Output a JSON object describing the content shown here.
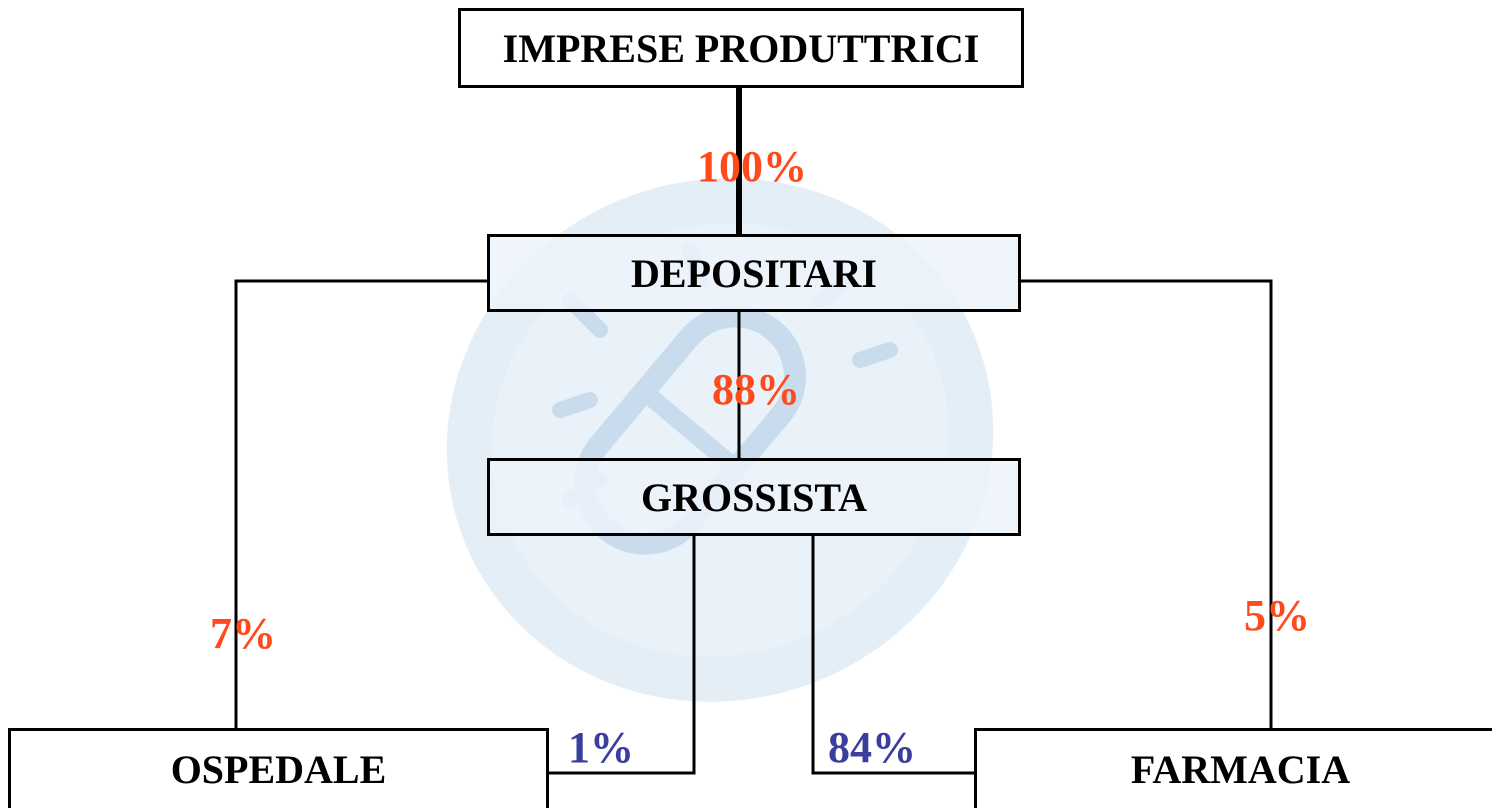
{
  "nodes": {
    "imprese": "IMPRESE PRODUTTRICI",
    "depositari": "DEPOSITARI",
    "grossista": "GROSSISTA",
    "ospedale": "OSPEDALE",
    "farmacia": "FARMACIA"
  },
  "flows": {
    "imprese_depositari": "100%",
    "depositari_grossista": "88%",
    "depositari_ospedale": "7%",
    "depositari_farmacia": "5%",
    "grossista_ospedale": "1%",
    "grossista_farmacia": "84%"
  },
  "colors": {
    "primary_flow": "#ff4a1c",
    "secondary_flow": "#3a3f9e",
    "watermark": "#cfe0ef",
    "line": "#000000"
  },
  "watermark_icon": "pill-watermark-icon"
}
